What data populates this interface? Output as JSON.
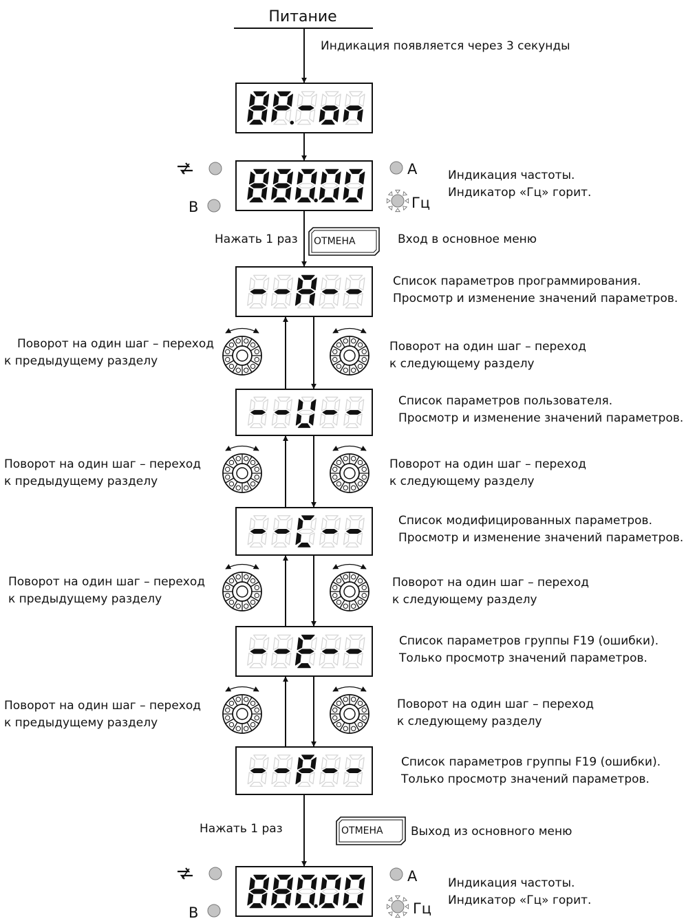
{
  "title": "Питание",
  "power_on_note": "Индикация появляется  через 3 секунды",
  "freq_display": {
    "note_lines": [
      "Индикация частоты.",
      "Индикатор «Гц» горит."
    ],
    "indicators": {
      "run_icon": "arrows-icon",
      "a": "A",
      "b": "B",
      "hz": "Гц"
    }
  },
  "press_once": "Нажать 1 раз",
  "cancel_button": "ОТМЕНА",
  "enter_menu": "Вход в основное меню",
  "exit_menu": "Выход из основного меню",
  "rotate_prev": [
    "Поворот на один шаг – переход",
    "к предыдущему разделу"
  ],
  "rotate_next": [
    "Поворот на один шаг – переход",
    "к следующему разделу"
  ],
  "menu_items": [
    {
      "glyph": "A",
      "lines": [
        "Список параметров программирования.",
        "Просмотр и изменение значений параметров."
      ]
    },
    {
      "glyph": "U",
      "lines": [
        "Список параметров пользователя.",
        "Просмотр и изменение значений параметров."
      ]
    },
    {
      "glyph": "C",
      "lines": [
        "Список модифицированных параметров.",
        "Просмотр и изменение значений параметров."
      ]
    },
    {
      "glyph": "E",
      "lines": [
        "Список параметров группы F19 (ошибки).",
        "Только просмотр значений параметров."
      ]
    },
    {
      "glyph": "P",
      "lines": [
        "Список параметров группы F19 (ошибки).",
        "Только просмотр значений параметров."
      ]
    }
  ],
  "colors": {
    "line": "#111111",
    "ghost_segment": "#d6d6d6",
    "led_off": "#c4c4c4"
  }
}
